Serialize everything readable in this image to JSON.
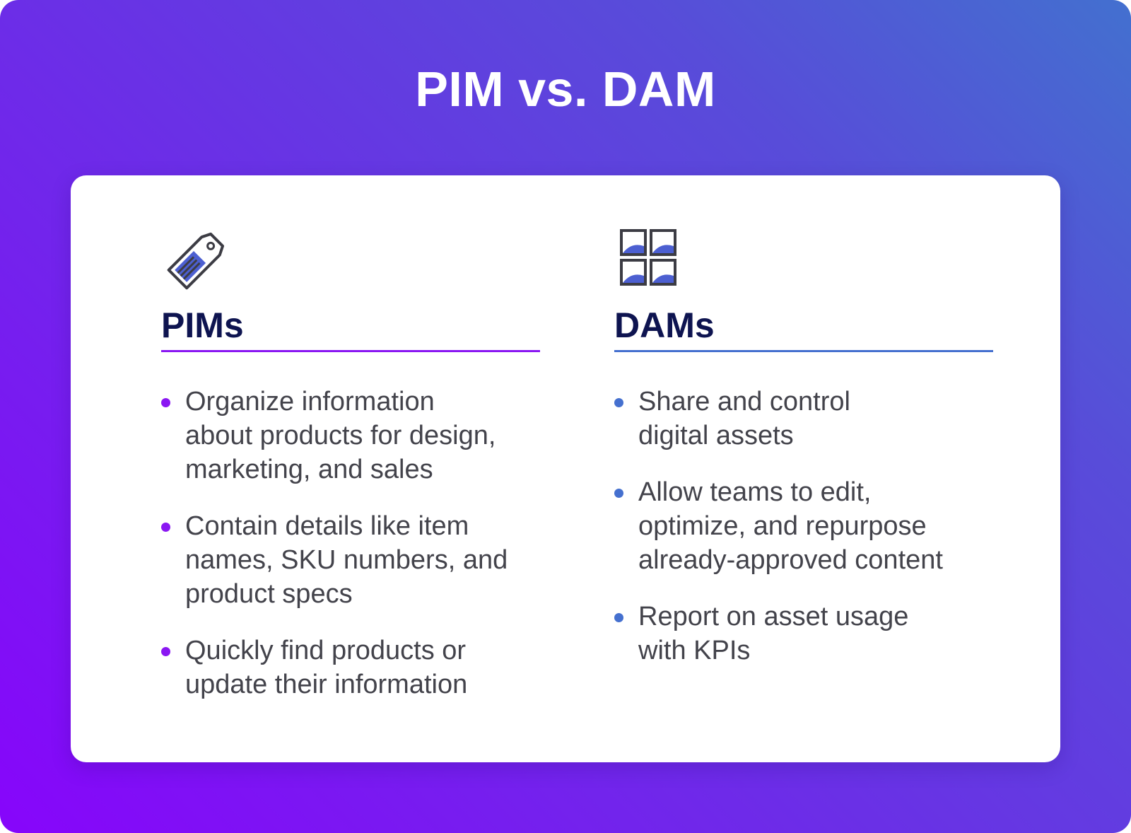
{
  "title": "PIM vs. DAM",
  "colors": {
    "pim_accent": "#8a17f2",
    "dam_accent": "#4570cf",
    "heading": "#0e1450",
    "body_text": "#43434b"
  },
  "columns": [
    {
      "heading": "PIMs",
      "icon": "price-tag-icon",
      "bullets": [
        {
          "lines": [
            "Organize information",
            "about products for design,",
            "marketing, and sales"
          ]
        },
        {
          "lines": [
            "Contain details like item",
            "names, SKU numbers, and",
            "product specs"
          ]
        },
        {
          "lines": [
            "Quickly find products or",
            "update their information"
          ]
        }
      ]
    },
    {
      "heading": "DAMs",
      "icon": "image-grid-icon",
      "bullets": [
        {
          "lines": [
            "Share and control",
            "digital assets"
          ]
        },
        {
          "lines": [
            "Allow teams to edit,",
            "optimize, and repurpose",
            "already-approved content"
          ]
        },
        {
          "lines": [
            "Report on asset usage",
            "with KPIs"
          ]
        }
      ]
    }
  ]
}
